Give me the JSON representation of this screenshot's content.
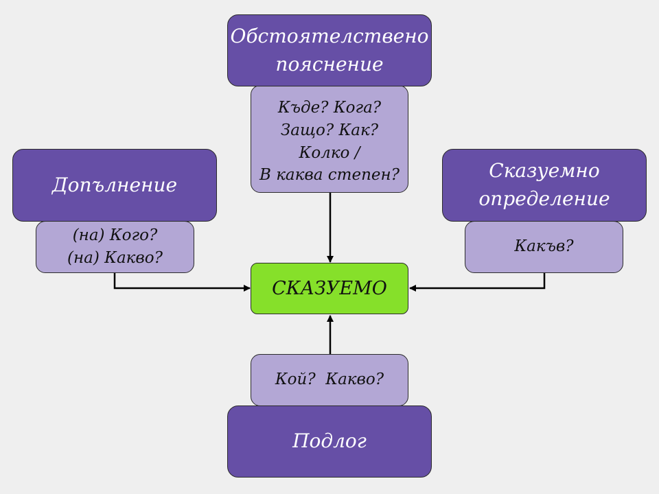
{
  "adverbial": {
    "title": [
      "Обстоятелствено",
      "пояснение"
    ],
    "questions": [
      "Къде? Кога?",
      "Защо? Как?",
      "Колко /",
      "В каква степен?"
    ]
  },
  "object": {
    "title": "Допълнение",
    "questions": [
      "(на) Кого?",
      "(на) Какво?"
    ]
  },
  "predicative": {
    "title": [
      "Сказуемно",
      "определение"
    ],
    "questions": [
      "Какъв?"
    ]
  },
  "predicate": {
    "label": "СКАЗУЕМО"
  },
  "subject": {
    "title": "Подлог",
    "questions": [
      "Кой?  Какво?"
    ]
  },
  "colors": {
    "dark_box": "#664fa6",
    "light_box": "#b3a7d5",
    "predicate_box": "#86e02a",
    "background": "#efefef",
    "arrow": "#000000"
  }
}
